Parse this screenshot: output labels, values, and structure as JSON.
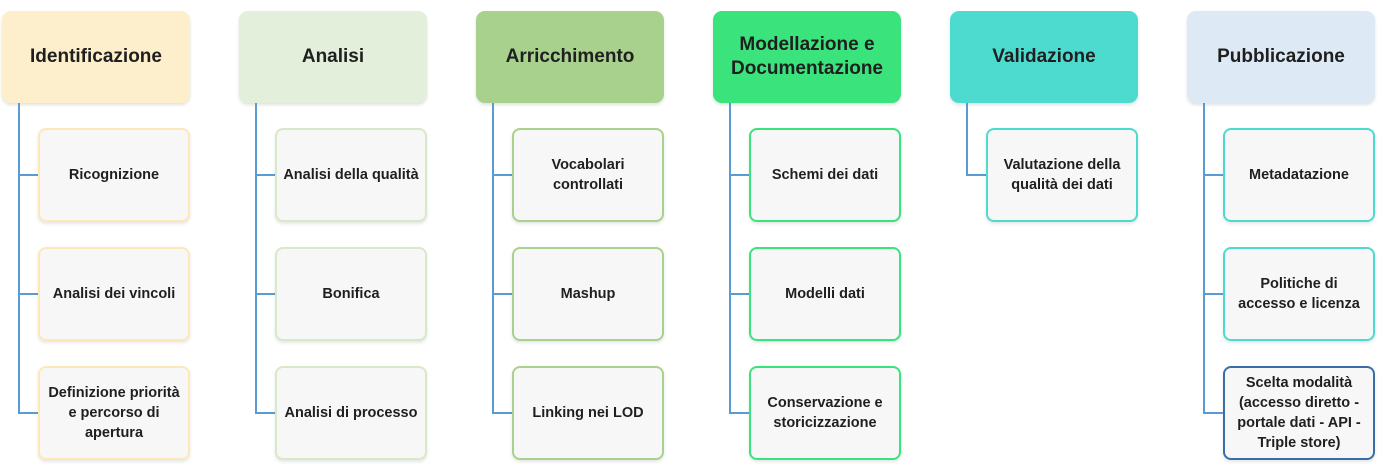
{
  "diagram": {
    "columns": [
      {
        "title": "Identificazione",
        "header_color": "#fdefcb",
        "border_color": "#fde9b8",
        "items": [
          "Ricognizione",
          "Analisi dei vincoli",
          "Definizione priorità e percorso di apertura"
        ]
      },
      {
        "title": "Analisi",
        "header_color": "#e3efda",
        "border_color": "#d7e9c9",
        "items": [
          "Analisi della qualità",
          "Bonifica",
          "Analisi di processo"
        ]
      },
      {
        "title": "Arricchimento",
        "header_color": "#a9d18e",
        "border_color": "#a9d18e",
        "items": [
          "Vocabolari controllati",
          "Mashup",
          "Linking nei LOD"
        ]
      },
      {
        "title": "Modellazione e Documentazione",
        "header_color": "#3be37d",
        "border_color": "#3be37d",
        "items": [
          "Schemi dei dati",
          "Modelli dati",
          "Conservazione e storicizzazione"
        ]
      },
      {
        "title": "Validazione",
        "header_color": "#4ddbd0",
        "border_color": "#4ddbd0",
        "items": [
          "Valutazione della qualità dei dati"
        ]
      },
      {
        "title": "Pubblicazione",
        "header_color": "#dde9f5",
        "border_color": "#4ddbd0",
        "last_border_color": "#3b6ea8",
        "items": [
          "Metadatazione",
          "Politiche di accesso e licenza",
          "Scelta modalità (accesso diretto - portale dati - API - Triple store)"
        ]
      }
    ],
    "connector_color": "#5b9bd5"
  }
}
